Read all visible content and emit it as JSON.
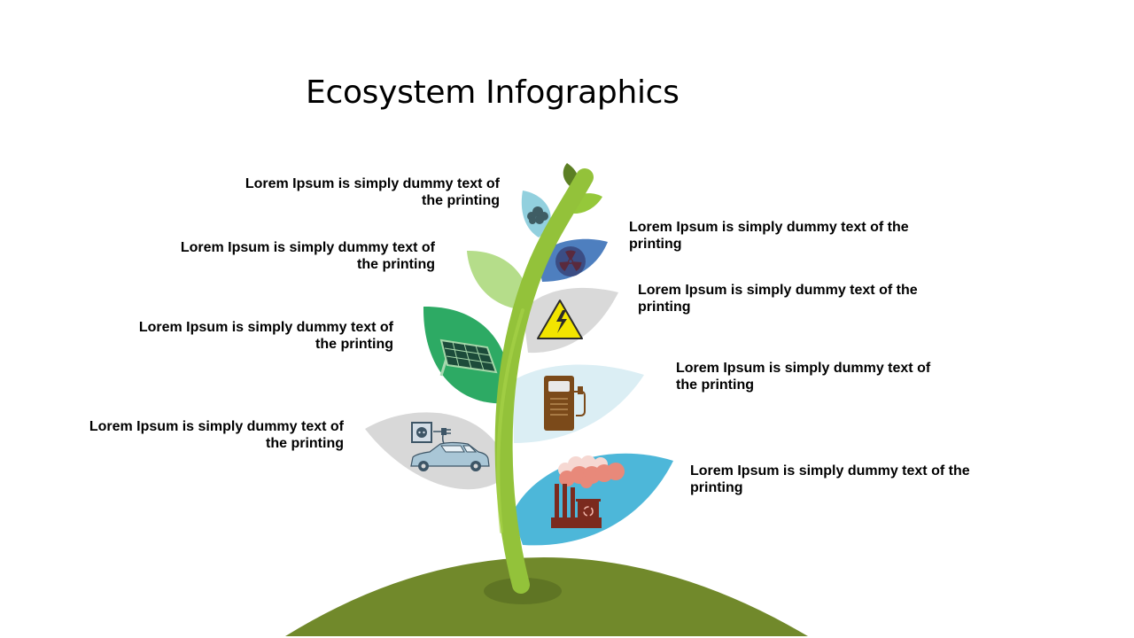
{
  "title": "Ecosystem Infographics",
  "labels": {
    "smoke": "Lorem Ipsum is simply dummy text of the printing",
    "leaf_light": "Lorem Ipsum is simply dummy text of the printing",
    "solar": "Lorem Ipsum is simply dummy text of the printing",
    "car": "Lorem Ipsum is simply dummy text of the printing",
    "radiation": "Lorem Ipsum is simply dummy text of the printing",
    "electric": "Lorem Ipsum is simply dummy text of the printing",
    "fuel": "Lorem Ipsum is simply dummy text of the printing",
    "factory": "Lorem Ipsum is simply dummy text of the printing"
  },
  "colors": {
    "ground": "#71892b",
    "stem": "#93c23a",
    "leaf_smoke": "#92d0de",
    "leaf_radiation": "#4e7fbf",
    "leaf_light_green": "#b5dd8a",
    "leaf_electric": "#d9d9d9",
    "leaf_solar": "#2daa64",
    "leaf_fuel": "#dbeef4",
    "leaf_car": "#d8d8d8",
    "leaf_factory": "#4db7d9"
  },
  "icons": [
    "cloud-icon",
    "radiation-icon",
    "high-voltage-icon",
    "solar-panel-icon",
    "fuel-pump-icon",
    "electric-car-icon",
    "power-socket-icon",
    "factory-icon"
  ]
}
